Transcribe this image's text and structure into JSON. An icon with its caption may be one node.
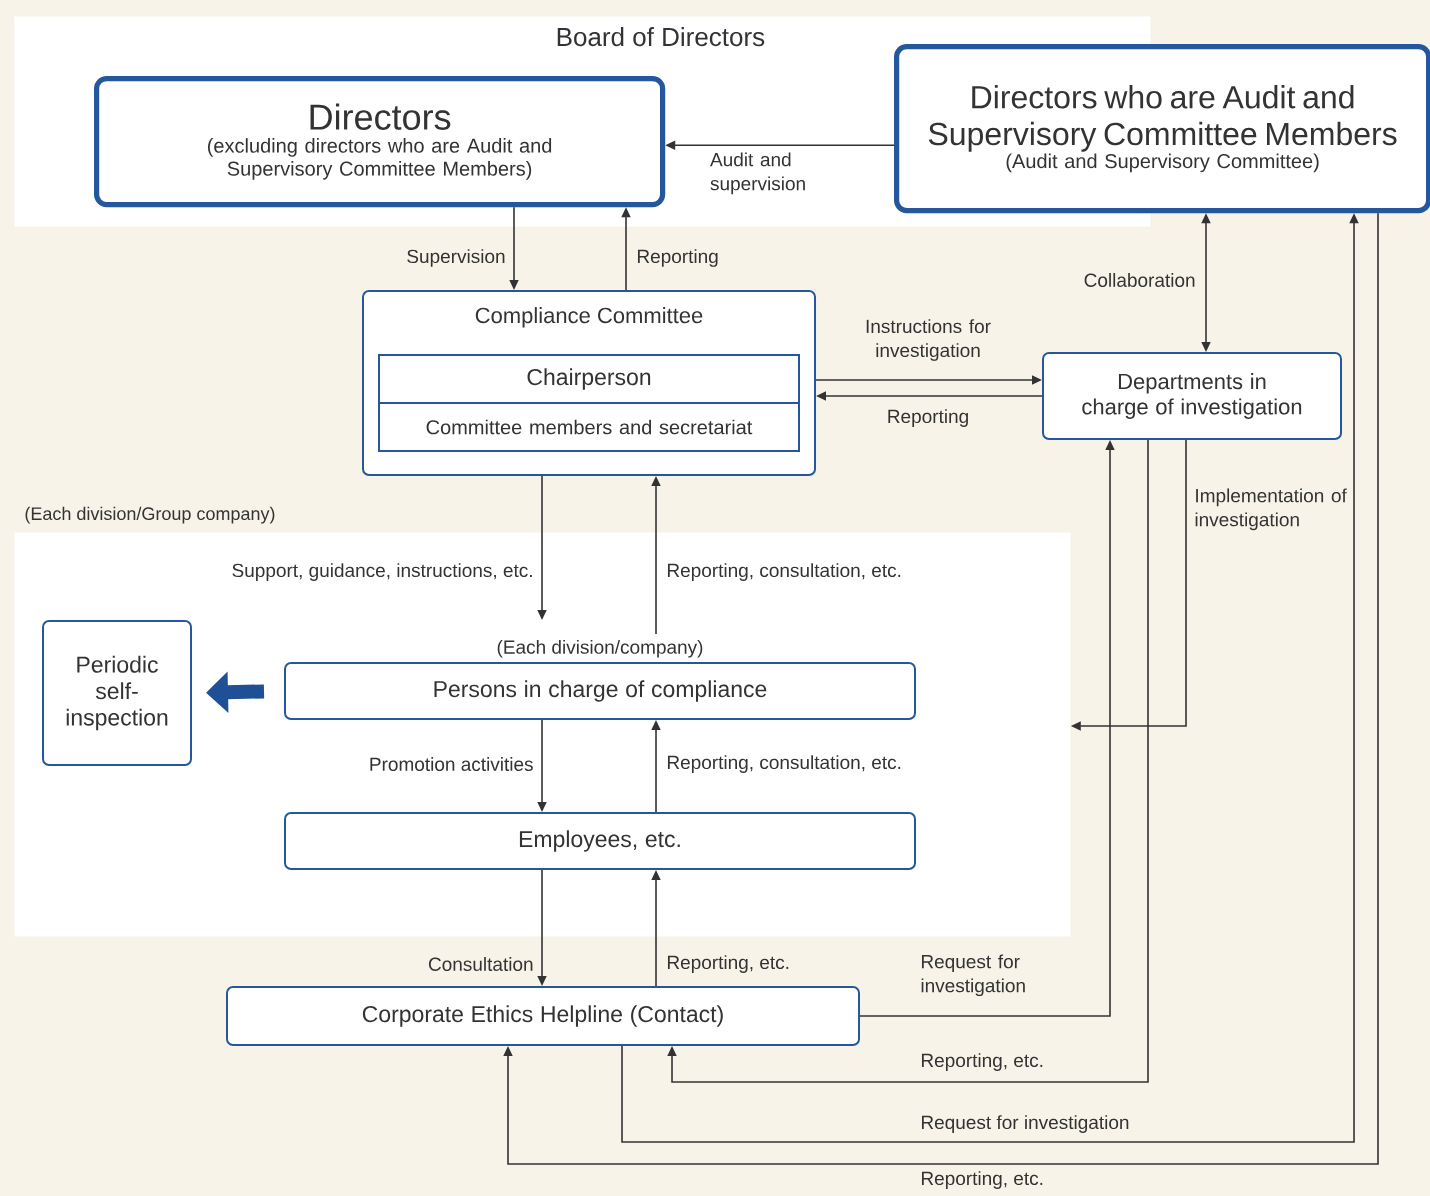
{
  "diagram": {
    "nodes": [
      {
        "text": [
          "Board of Directors"
        ]
      },
      {
        "text": [
          "Directors",
          "(excluding directors who are Audit and Supervisory Committee Members)"
        ],
        "in": 0
      },
      {
        "text": [
          "Directors who are Audit and Supervisory Committee Members",
          "(Audit and Supervisory Committee)"
        ]
      },
      {
        "text": [
          "Compliance Committee"
        ]
      },
      {
        "text": [
          "Chairperson"
        ],
        "in": 3
      },
      {
        "text": [
          "Committee members and secretariat"
        ],
        "in": 3
      },
      {
        "text": [
          "Departments in charge of investigation"
        ]
      },
      {
        "text": [
          "(Each division/Group company)"
        ]
      },
      {
        "text": [
          "Periodic self-inspection"
        ],
        "in": 7
      },
      {
        "text": [
          "Persons in charge of compliance"
        ],
        "in": 7,
        "beside": [
          "(Each division/company)"
        ]
      },
      {
        "text": [
          "Employees, etc."
        ],
        "in": 7
      },
      {
        "text": [
          "Corporate Ethics Helpline (Contact)"
        ]
      }
    ],
    "edges": [
      {
        "from": 2,
        "to": 1,
        "arrow": "to",
        "label": "Audit and supervision"
      },
      {
        "from": 1,
        "to": 3,
        "arrow": "to",
        "label": "Supervision"
      },
      {
        "from": 3,
        "to": 1,
        "arrow": "to",
        "label": "Reporting"
      },
      {
        "from": 2,
        "to": 6,
        "arrow": "both",
        "label": "Collaboration"
      },
      {
        "from": 3,
        "to": 6,
        "arrow": "to",
        "label": "Instructions for investigation"
      },
      {
        "from": 6,
        "to": 3,
        "arrow": "to",
        "label": "Reporting"
      },
      {
        "from": 3,
        "to": 9,
        "arrow": "to",
        "label": "Support, guidance, instructions, etc."
      },
      {
        "from": 9,
        "to": 3,
        "arrow": "to",
        "label": "Reporting, consultation, etc."
      },
      {
        "from": 9,
        "to": 8,
        "arrow": "to",
        "style": "thick",
        "color": "#1f5096"
      },
      {
        "from": 9,
        "to": 10,
        "arrow": "to",
        "label": "Promotion activities"
      },
      {
        "from": 10,
        "to": 9,
        "arrow": "to",
        "label": "Reporting, consultation, etc."
      },
      {
        "from": 10,
        "to": 11,
        "arrow": "to",
        "label": "Consultation"
      },
      {
        "from": 11,
        "to": 10,
        "arrow": "to",
        "label": "Reporting, etc."
      },
      {
        "from": 6,
        "to": 7,
        "arrow": "to",
        "label": "Implementation of investigation"
      },
      {
        "from": 11,
        "to": 6,
        "arrow": "to",
        "label": "Request for investigation"
      },
      {
        "from": 6,
        "to": 11,
        "arrow": "to",
        "label": "Reporting, etc."
      },
      {
        "from": 11,
        "to": 2,
        "arrow": "to",
        "label": "Request for investigation"
      },
      {
        "from": 2,
        "to": 11,
        "arrow": "to",
        "label": "Reporting, etc."
      }
    ]
  }
}
